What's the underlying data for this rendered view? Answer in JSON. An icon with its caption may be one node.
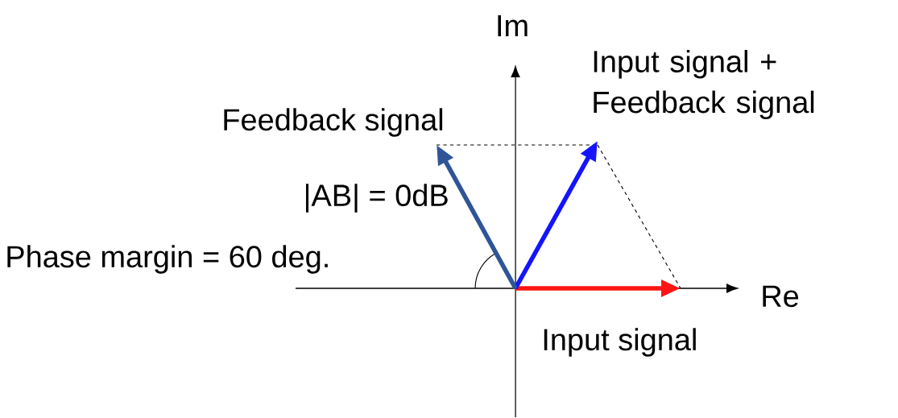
{
  "diagram": {
    "labels": [
      "Im",
      "Input signal + Feedback signal",
      "Feedback signal",
      "|AB| = 0dB",
      "Phase margin = 60 deg.",
      "Re",
      "Input signal"
    ]
  }
}
